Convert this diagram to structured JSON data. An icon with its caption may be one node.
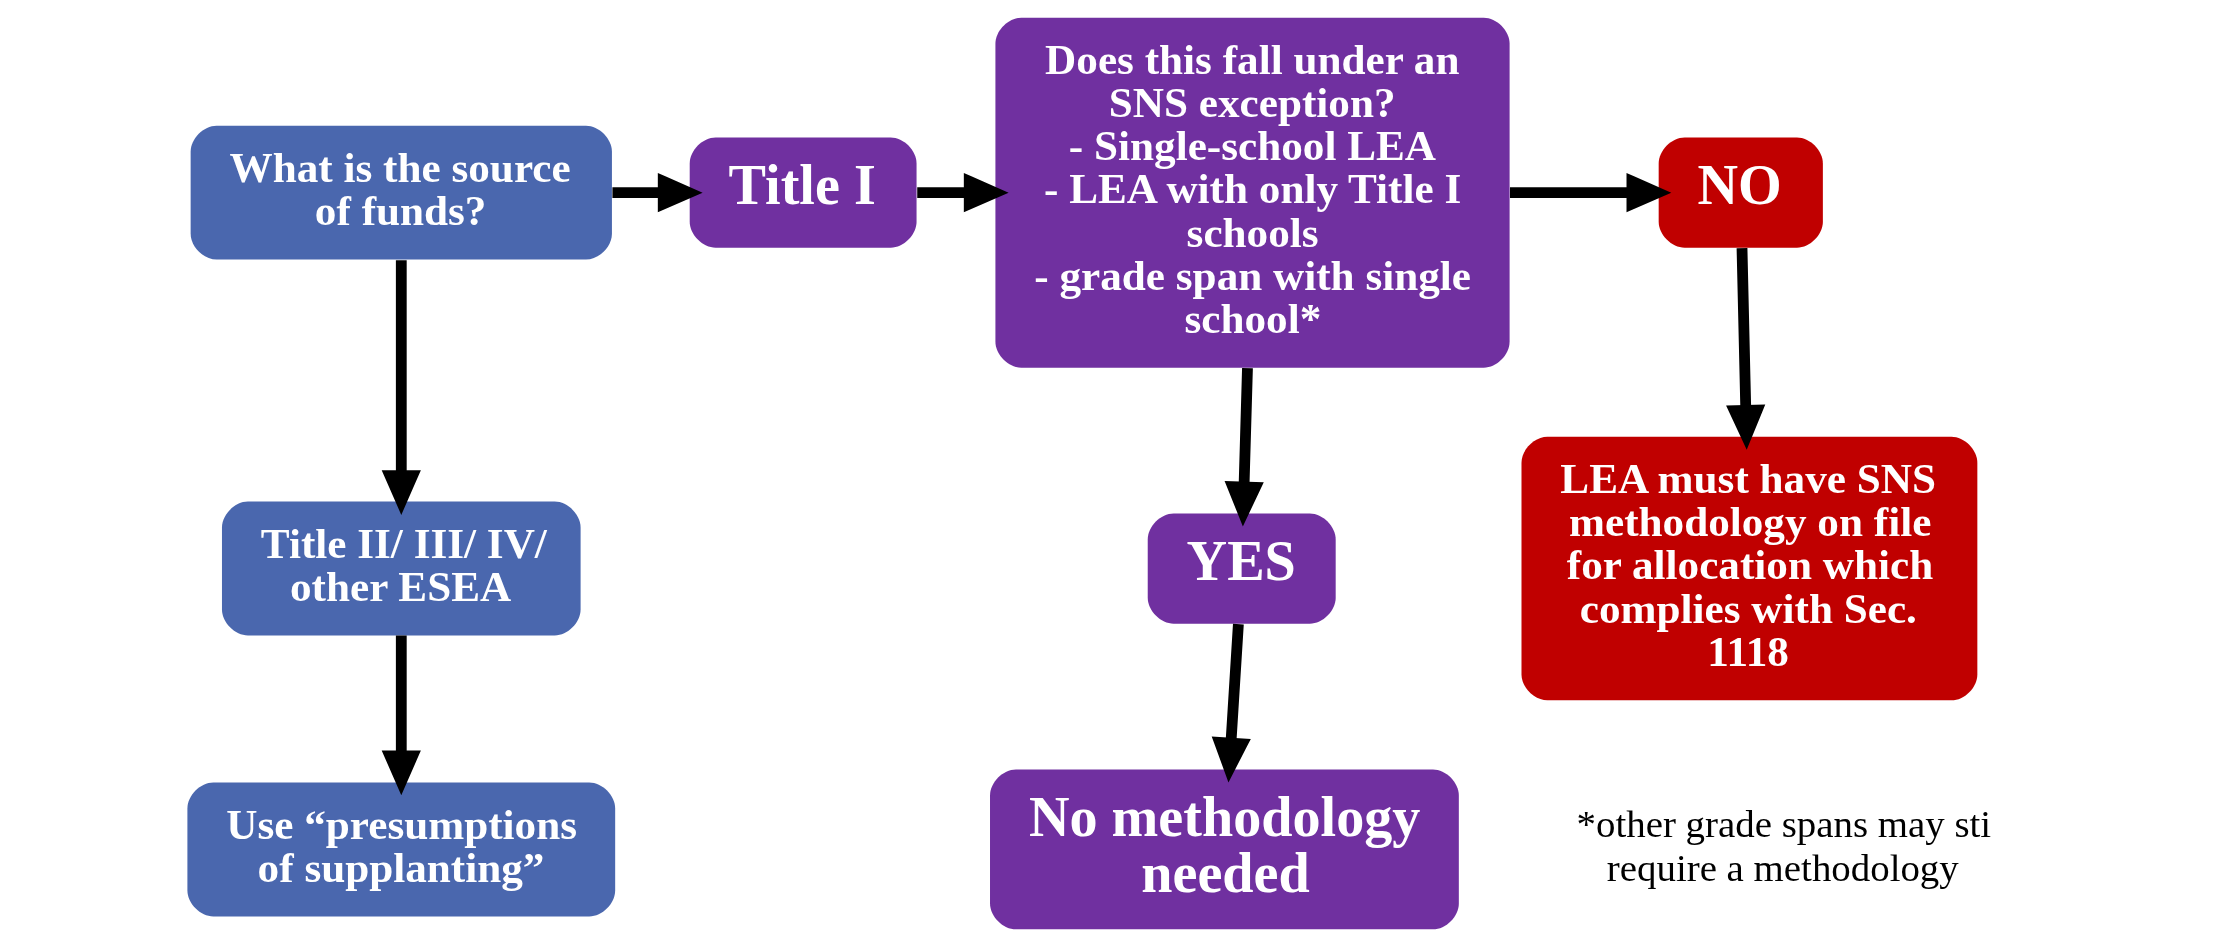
{
  "diagram": {
    "nodes": [
      {
        "text": [
          "What is the source of funds?"
        ]
      },
      {
        "text": [
          "Title II/ III/ IV/ other ESEA"
        ]
      },
      {
        "text": [
          "Use “presumptions of supplanting”"
        ]
      },
      {
        "text": [
          "Title I"
        ]
      },
      {
        "text": [
          "Does this fall under an SNS exception?",
          "- Single-school LEA",
          "- LEA with only Title I schools",
          "- grade span with single school*"
        ]
      },
      {
        "text": [
          "YES"
        ]
      },
      {
        "text": [
          "No methodology needed"
        ]
      },
      {
        "text": [
          "NO"
        ]
      },
      {
        "text": [
          "LEA must have SNS methodology on file for allocation which complies with Sec. 1118"
        ]
      }
    ],
    "edges": [
      {
        "from": 0,
        "to": 1,
        "arrow": "to"
      },
      {
        "from": 1,
        "to": 2,
        "arrow": "to"
      },
      {
        "from": 0,
        "to": 3,
        "arrow": "to"
      },
      {
        "from": 3,
        "to": 4,
        "arrow": "to"
      },
      {
        "from": 4,
        "to": 5,
        "arrow": "to"
      },
      {
        "from": 5,
        "to": 6,
        "arrow": "to"
      },
      {
        "from": 4,
        "to": 7,
        "arrow": "to"
      },
      {
        "from": 7,
        "to": 8,
        "arrow": "to"
      }
    ],
    "labels": [
      "*other grade spans may sti require a methodology"
    ]
  }
}
